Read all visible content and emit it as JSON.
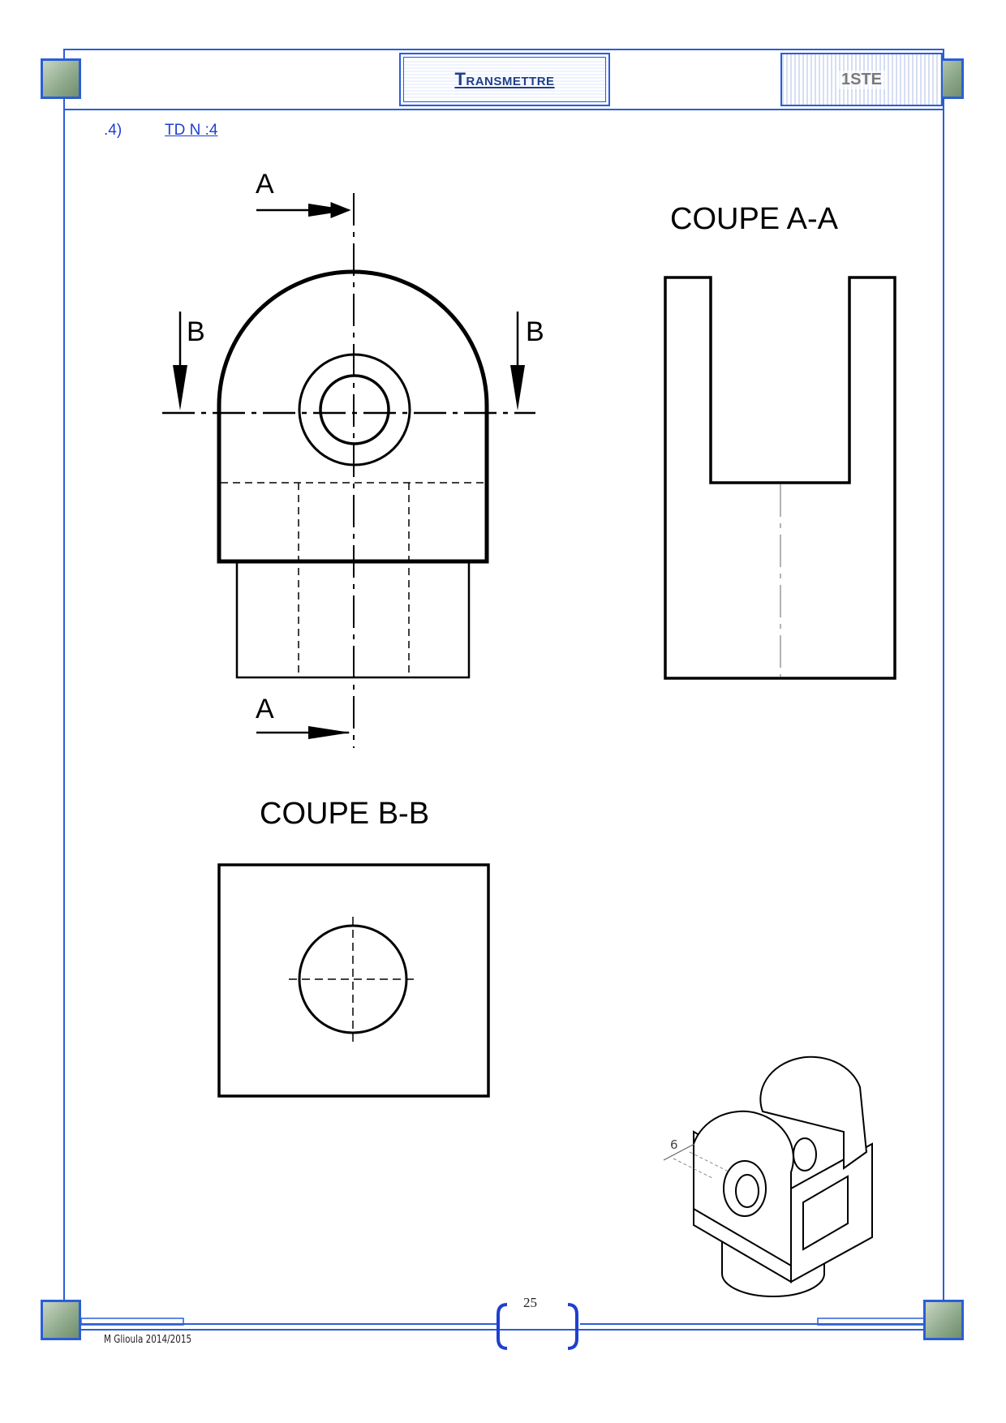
{
  "header": {
    "title": "Transmettre",
    "class_label": "1STE"
  },
  "section": {
    "number": ".4)",
    "title": "TD N :4"
  },
  "drawing": {
    "section_labels": {
      "a_top": "A",
      "a_bottom": "A",
      "b_left": "B",
      "b_right": "B"
    },
    "coupe_aa_title": "COUPE A-A",
    "coupe_bb_title": "COUPE B-B",
    "iso_dimension": "6"
  },
  "footer": {
    "author": "M Glioula 2014/2015",
    "page_number": "25"
  },
  "colors": {
    "frame": "#2b5ed6",
    "link": "#1f3fd0"
  }
}
